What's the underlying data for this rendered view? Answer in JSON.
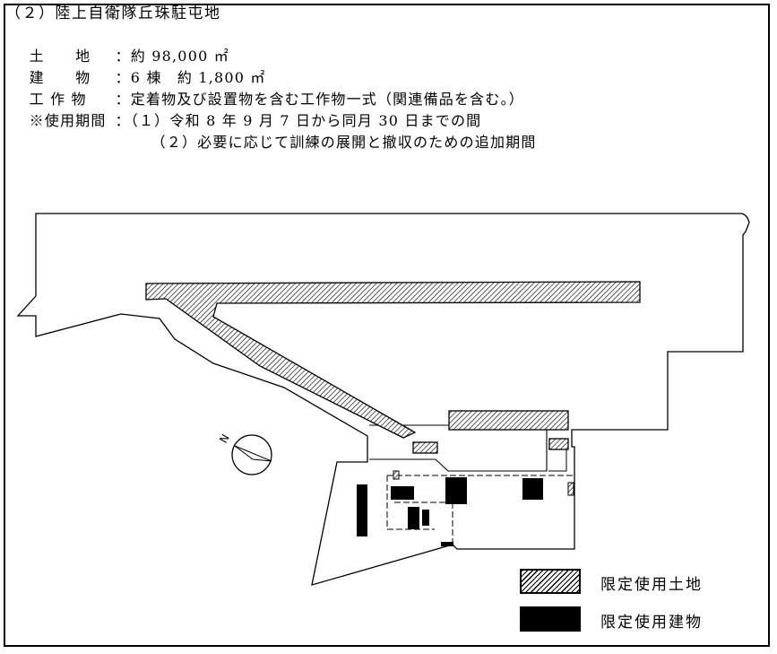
{
  "heading": "（２）陸上自衛隊丘珠駐屯地",
  "rows": {
    "land": {
      "label": "土　　地",
      "value": "：約 98,000 ㎡"
    },
    "building": {
      "label": "建　　物",
      "value": "：6 棟　約 1,800 ㎡"
    },
    "works": {
      "label": "工 作 物",
      "value": "：定着物及び設置物を含む工作物一式（関連備品を含む。）"
    },
    "period": {
      "label": "※使用期間",
      "value": "：（１）令和 8 年 9 月 7 日から同月 30 日までの間"
    },
    "period2": {
      "value": "（２）必要に応じて訓練の展開と撤収のための追加期間"
    }
  },
  "compass": {
    "letter": "N",
    "icon": "north-arrow-icon"
  },
  "legend": [
    {
      "label": "限定使用土地",
      "style": "hatched"
    },
    {
      "label": "限定使用建物",
      "style": "solid-black"
    }
  ],
  "colors": {
    "ink": "#000000",
    "paper": "#ffffff"
  }
}
